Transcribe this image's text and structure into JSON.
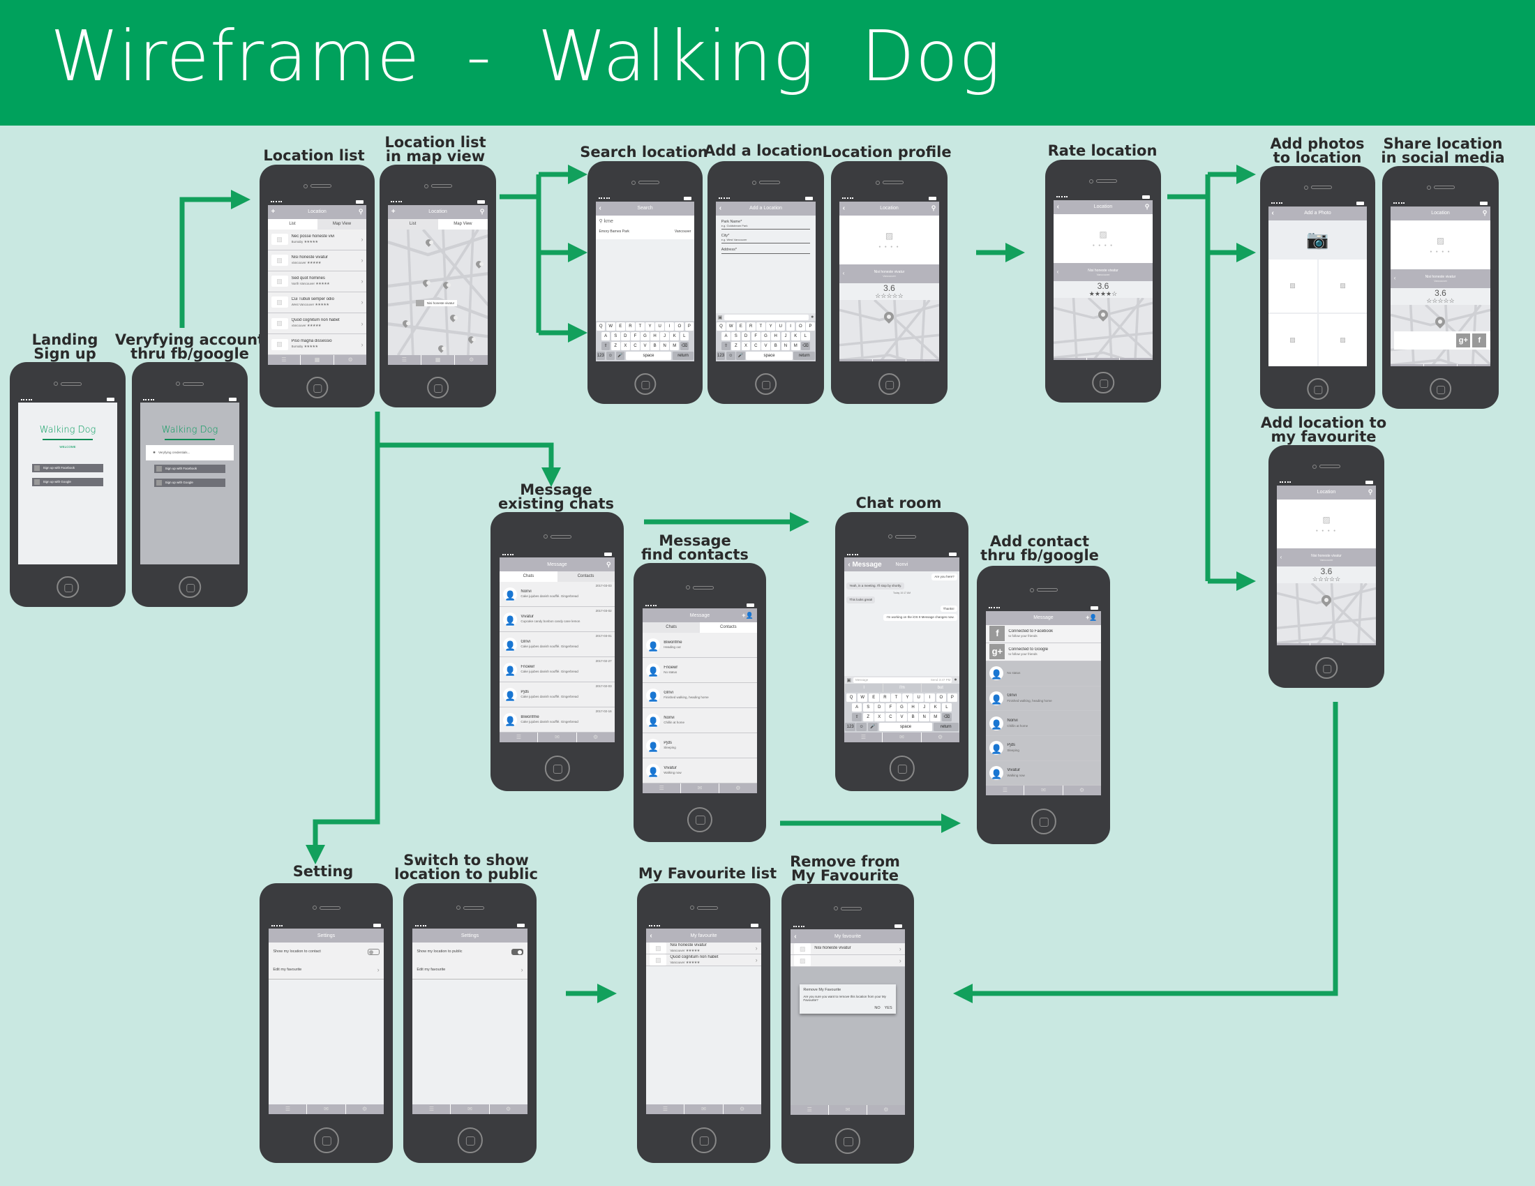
{
  "title": "Wireframe  -  Walking  Dog",
  "colors": {
    "brand": "#00a15c",
    "background": "#c9e8e1",
    "phone": "#3b3c3f",
    "navbar": "#b5b4bc"
  },
  "screens": {
    "landing": {
      "label": [
        "Landing",
        "Sign up"
      ],
      "blocks": [
        {
          "type": "splash",
          "logo": "Walking Dog",
          "welcome": "WELCOME",
          "buttons": [
            "Sign up with Facebook",
            "Sign up with Google"
          ]
        }
      ]
    },
    "verifying": {
      "label": [
        "Veryfying account",
        "thru fb/google"
      ],
      "dim": true,
      "blocks": [
        {
          "type": "splash",
          "logo": "Walking Dog",
          "buttons": [
            "Sign up with Facebook",
            "Sign up with Google"
          ],
          "popup": "Veryfying credentials..."
        }
      ]
    },
    "location_list": {
      "label": [
        "Location list"
      ],
      "blocks": [
        {
          "type": "nav",
          "title": "Location",
          "left": "+",
          "right": "⚲"
        },
        {
          "type": "tabs",
          "items": [
            "List",
            "Map View"
          ],
          "active": 0
        },
        {
          "type": "loc-list",
          "items": [
            {
              "title": "Nec posse honeste vivi",
              "sub": "Burnaby"
            },
            {
              "title": "Nisi honeste vivatur",
              "sub": "Vancouver"
            },
            {
              "title": "Sed quot homines",
              "sub": "North Vancouver"
            },
            {
              "title": "Cui Tubuli semper odio",
              "sub": "West Vancouver"
            },
            {
              "title": "Quod cognitum non habet",
              "sub": "Vancouver"
            },
            {
              "title": "Piso magna dissessio",
              "sub": "Burnaby"
            }
          ],
          "stars": "★★★★★"
        },
        {
          "type": "tabbar",
          "icons": [
            "☰",
            "▦",
            "⚙"
          ]
        }
      ]
    },
    "map_view": {
      "label": [
        "Location list",
        "in map view"
      ],
      "blocks": [
        {
          "type": "nav",
          "title": "Location",
          "left": "+",
          "right": "⚲"
        },
        {
          "type": "tabs",
          "items": [
            "List",
            "Map View"
          ],
          "active": 1
        },
        {
          "type": "map",
          "callout": "Nisi honeste vivatur"
        },
        {
          "type": "tabbar",
          "icons": [
            "☰",
            "▦",
            "⚙"
          ]
        }
      ]
    },
    "search": {
      "label": [
        "Search location"
      ],
      "blocks": [
        {
          "type": "nav",
          "title": "Search",
          "left": "‹"
        },
        {
          "type": "search",
          "query": "kme",
          "results": [
            {
              "name": "Emory Barnes Park",
              "city": "Vancouver"
            }
          ]
        },
        {
          "type": "spacer"
        },
        {
          "type": "keyboard",
          "rows": [
            "QWERTYUIOP",
            "ASDFGHJKL",
            "⇧ZXCVBNM⌫"
          ],
          "bottom": [
            "123",
            "☺",
            "🎤",
            "space",
            "return"
          ]
        }
      ]
    },
    "add_location": {
      "label": [
        "Add a location"
      ],
      "blocks": [
        {
          "type": "nav",
          "title": "Add a Location",
          "left": "‹"
        },
        {
          "type": "form",
          "fields": [
            {
              "label": "Park Name*",
              "hint": "e.g. Goldstream Park"
            },
            {
              "label": "City*",
              "hint": "e.g. West Vancouver"
            },
            {
              "label": "Address*",
              "hint": ""
            }
          ]
        },
        {
          "type": "spacer"
        },
        {
          "type": "inbar"
        },
        {
          "type": "keyboard",
          "rows": [
            "QWERTYUIOP",
            "ASDFGHJKL",
            "⇧ZXCVBNM⌫"
          ],
          "bottom": [
            "123",
            "☺",
            "🎤",
            "space",
            "return"
          ]
        }
      ]
    },
    "location_profile": {
      "label": [
        "Location profile"
      ],
      "blocks": [
        {
          "type": "nav",
          "title": "Location",
          "left": "‹",
          "right": "⚲"
        },
        {
          "type": "profile",
          "name": "Nisi honeste vivatur",
          "city": "Vancouver",
          "rating": "3.6",
          "stars_filled": 0
        },
        {
          "type": "tabbar",
          "icons": [
            "▣",
            "♥",
            "⤴"
          ]
        }
      ]
    },
    "rate_location": {
      "label": [
        "Rate location"
      ],
      "blocks": [
        {
          "type": "nav",
          "title": "Location",
          "left": "‹",
          "right": "⚲"
        },
        {
          "type": "profile",
          "name": "Nisi honeste vivatur",
          "city": "Vancouver",
          "rating": "3.6",
          "stars_filled": 4
        },
        {
          "type": "tabbar",
          "icons": [
            "▣",
            "♥",
            "⤴"
          ]
        }
      ]
    },
    "add_photos": {
      "label": [
        "Add photos",
        "to location"
      ],
      "blocks": [
        {
          "type": "nav",
          "title": "Add a Photo",
          "left": "‹"
        },
        {
          "type": "photo-grid"
        }
      ]
    },
    "share_location": {
      "label": [
        "Share location",
        "in social media"
      ],
      "dim": true,
      "blocks": [
        {
          "type": "nav",
          "title": "Location",
          "right": "⚲"
        },
        {
          "type": "profile",
          "name": "Nisi honeste vivatur",
          "city": "Vancouver",
          "rating": "3.6",
          "stars_filled": 0
        },
        {
          "type": "tabbar",
          "icons": [
            "▣",
            "♥",
            "⤴"
          ]
        },
        {
          "type": "share",
          "icons": [
            "g+",
            "f"
          ]
        }
      ]
    },
    "add_favourite": {
      "label": [
        "Add location to",
        "my favourite"
      ],
      "blocks": [
        {
          "type": "nav",
          "title": "Location",
          "right": "⚲"
        },
        {
          "type": "profile",
          "name": "Nisi honeste vivatur",
          "city": "Vancouver",
          "rating": "3.6",
          "stars_filled": 0
        },
        {
          "type": "tabbar",
          "icons": [
            "▣",
            "♥",
            "⤴"
          ]
        }
      ]
    },
    "message_chats": {
      "label": [
        "Message",
        "existing chats"
      ],
      "blocks": [
        {
          "type": "nav",
          "title": "Message",
          "right": "⚲"
        },
        {
          "type": "tabs",
          "items": [
            "Chats",
            "Contacts"
          ],
          "active": 0
        },
        {
          "type": "chat-list",
          "items": [
            {
              "name": "Nonvi",
              "preview": "Cake jujubes danish soufflé. Gingerbread",
              "date": "2017-03-03"
            },
            {
              "name": "Vivatur",
              "preview": "Cupcake candy bonbon candy cane lemon",
              "date": "2017-03-02"
            },
            {
              "name": "Glnvi",
              "preview": "Cake jujubes danish soufflé. Gingerbread",
              "date": "2017-03-01"
            },
            {
              "name": "Fnoewr",
              "preview": "Cake jujubes danish soufflé. Gingerbread",
              "date": "2017-02-27"
            },
            {
              "name": "Pjds",
              "preview": "Cake jujubes danish soufflé. Gingerbread",
              "date": "2017-02-03"
            },
            {
              "name": "Biwonfme",
              "preview": "Cake jujubes danish soufflé. Gingerbread",
              "date": "2017-02-16"
            }
          ]
        },
        {
          "type": "tabbar",
          "icons": [
            "☰",
            "✉",
            "⚙"
          ]
        }
      ]
    },
    "find_contacts": {
      "label": [
        "Message",
        "find contacts"
      ],
      "blocks": [
        {
          "type": "nav",
          "title": "Message",
          "right": "+👤"
        },
        {
          "type": "tabs",
          "items": [
            "Chats",
            "Contacts"
          ],
          "active": 1
        },
        {
          "type": "contact-list",
          "items": [
            {
              "name": "Biwonfme",
              "status": "Heading out"
            },
            {
              "name": "Fnoewr",
              "status": "No status"
            },
            {
              "name": "Glnvi",
              "status": "Finished walking, heading home"
            },
            {
              "name": "Nonvi",
              "status": "Chillin at home"
            },
            {
              "name": "Pjds",
              "status": "Sleeping"
            },
            {
              "name": "Vivatur",
              "status": "Walking now"
            }
          ]
        },
        {
          "type": "tabbar",
          "icons": [
            "☰",
            "✉",
            "⚙"
          ]
        }
      ]
    },
    "chat_room": {
      "label": [
        "Chat room"
      ],
      "blocks": [
        {
          "type": "nav",
          "title": "Nonvi",
          "left": "‹ Message"
        },
        {
          "type": "chat",
          "timestamp": "Today 10:17 AM",
          "messages": [
            {
              "side": "right",
              "text": "Are you here?"
            },
            {
              "side": "left",
              "text": "Yeah, in a meeting. I'll stop by shortly."
            },
            {
              "side": "left",
              "text": "This looks great!"
            },
            {
              "side": "right",
              "text": "Thanks!"
            },
            {
              "side": "right",
              "text": "I'm working on the iOS 9 Message changes now."
            }
          ]
        },
        {
          "type": "inbar",
          "placeholder": "Message",
          "send": "Send 3:47 PM"
        },
        {
          "type": "sugg",
          "items": [
            "I",
            "I'm",
            "but"
          ]
        },
        {
          "type": "keyboard",
          "rows": [
            "QWERTYUIOP",
            "ASDFGHJKL",
            "⇧ZXCVBNM⌫"
          ],
          "bottom": [
            "123",
            "☺",
            "🎤",
            "space",
            "return"
          ]
        },
        {
          "type": "tabbar",
          "icons": [
            "☰",
            "✉",
            "⚙"
          ]
        }
      ]
    },
    "add_contact": {
      "label": [
        "Add contact",
        "thru fb/google"
      ],
      "dim": true,
      "blocks": [
        {
          "type": "nav",
          "title": "Message",
          "right": "+👤"
        },
        {
          "type": "social",
          "items": [
            {
              "icon": "f",
              "title": "Connected to Facebook",
              "sub": "to follow your friends"
            },
            {
              "icon": "g+",
              "title": "Connected to Google",
              "sub": "to follow your friends"
            }
          ]
        },
        {
          "type": "contact-list",
          "items": [
            {
              "name": "",
              "status": "No status"
            },
            {
              "name": "Glnvi",
              "status": "Finished walking, heading home"
            },
            {
              "name": "Nonvi",
              "status": "Chillin at home"
            },
            {
              "name": "Pjds",
              "status": "Sleeping"
            },
            {
              "name": "Vivatur",
              "status": "Walking now"
            }
          ]
        },
        {
          "type": "tabbar",
          "icons": [
            "☰",
            "✉",
            "⚙"
          ]
        }
      ]
    },
    "setting": {
      "label": [
        "Setting"
      ],
      "blocks": [
        {
          "type": "nav",
          "title": "Settings"
        },
        {
          "type": "settings",
          "rows": [
            {
              "label": "Show my location to contact",
              "control": "toggle-off"
            },
            {
              "label": "Edit my favourite",
              "control": "chevron"
            }
          ]
        },
        {
          "type": "spacer"
        },
        {
          "type": "tabbar",
          "icons": [
            "☰",
            "✉",
            "⚙"
          ]
        }
      ]
    },
    "switch_public": {
      "label": [
        "Switch to show",
        "location to public"
      ],
      "blocks": [
        {
          "type": "nav",
          "title": "Settings"
        },
        {
          "type": "settings",
          "rows": [
            {
              "label": "Show my location to public",
              "control": "toggle-on"
            },
            {
              "label": "Edit my favourite",
              "control": "chevron"
            }
          ]
        },
        {
          "type": "spacer"
        },
        {
          "type": "tabbar",
          "icons": [
            "☰",
            "✉",
            "⚙"
          ]
        }
      ]
    },
    "my_favourite": {
      "label": [
        "My Favourite list"
      ],
      "blocks": [
        {
          "type": "nav",
          "title": "My favourite",
          "left": "‹"
        },
        {
          "type": "fav-list",
          "items": [
            {
              "title": "Nisi honeste vivatur",
              "sub": "Vancouver"
            },
            {
              "title": "Quod cognitum non habet",
              "sub": "Vancouver"
            }
          ],
          "stars": "★★★★★"
        },
        {
          "type": "spacer"
        },
        {
          "type": "tabbar",
          "icons": [
            "☰",
            "✉",
            "⚙"
          ]
        }
      ]
    },
    "remove_favourite": {
      "label": [
        "Remove from",
        "My Favourite"
      ],
      "dim": true,
      "blocks": [
        {
          "type": "nav",
          "title": "My favourite",
          "left": "‹"
        },
        {
          "type": "fav-list",
          "items": [
            {
              "title": "Nisi honeste vivatur",
              "sub": ""
            },
            {
              "title": "",
              "sub": ""
            }
          ],
          "stars": ""
        },
        {
          "type": "spacer"
        },
        {
          "type": "tabbar",
          "icons": [
            "☰",
            "✉",
            "⚙"
          ]
        },
        {
          "type": "dialog",
          "title": "Remove My Favourite",
          "body": "Are you sure you want to remove this location from your My Favourite?",
          "buttons": [
            "NO",
            "YES"
          ]
        }
      ]
    }
  }
}
